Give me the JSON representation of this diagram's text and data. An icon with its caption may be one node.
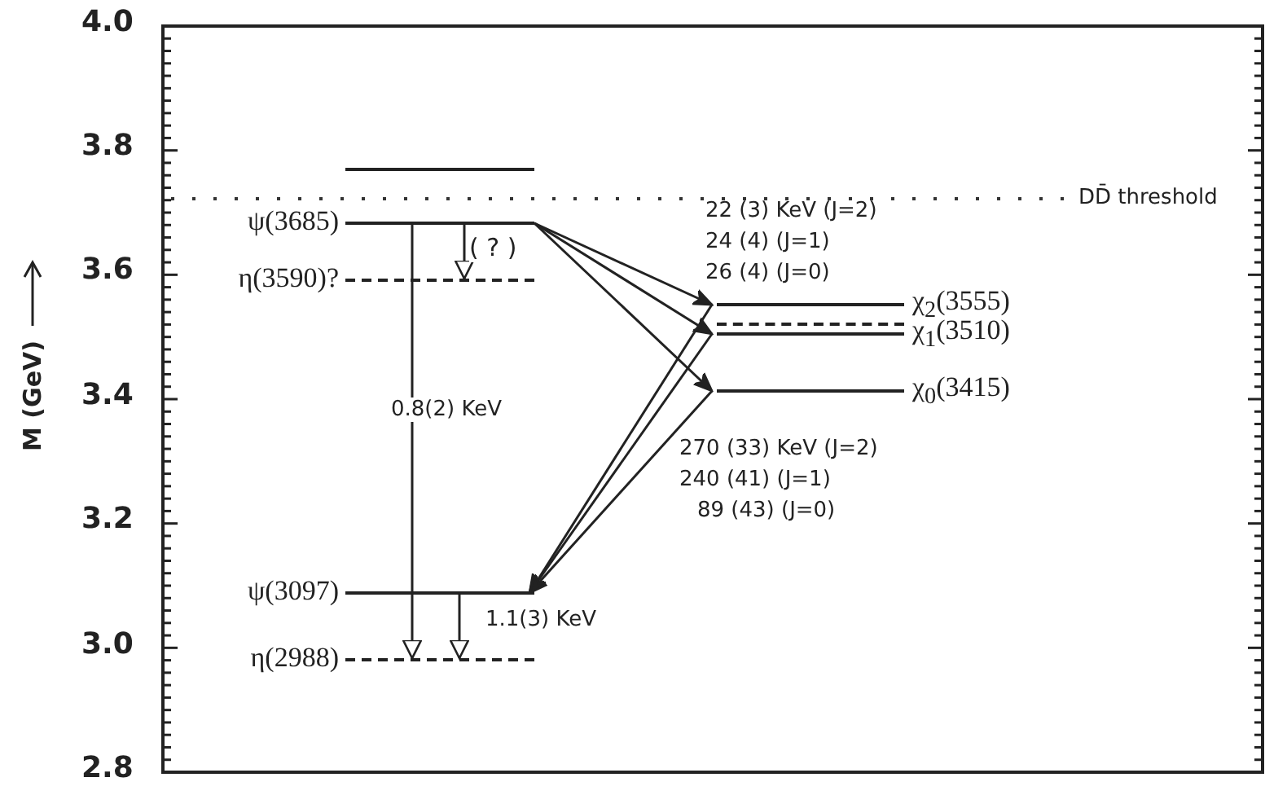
{
  "diagram": {
    "nodes": [
      {
        "text": [],
        "shape": "bar"
      },
      {
        "text": [],
        "shape": "bar",
        "beside": [
          "ψ(3685)"
        ]
      },
      {
        "text": [],
        "shape": "bar",
        "beside": [
          "η(3590)?"
        ]
      },
      {
        "text": [],
        "shape": "bar",
        "beside": [
          "χ$_{2}$(3555)"
        ]
      },
      {
        "text": [],
        "shape": "bar"
      },
      {
        "text": [],
        "shape": "bar",
        "beside": [
          "χ$_{1}$(3510)"
        ]
      },
      {
        "text": [],
        "shape": "bar",
        "beside": [
          "χ$_{0}$(3415)"
        ]
      },
      {
        "text": [],
        "shape": "bar",
        "beside": [
          "ψ(3097)"
        ]
      },
      {
        "text": [],
        "shape": "bar",
        "beside": [
          "η(2988)"
        ]
      }
    ],
    "edges": [
      {
        "from": 1,
        "to": 8,
        "arrow": "to",
        "label": "0.8(2) KeV"
      },
      {
        "from": 1,
        "to": 2,
        "arrow": "to",
        "label": "( ? )"
      },
      {
        "from": 1,
        "to": 3,
        "arrow": "to"
      },
      {
        "from": 1,
        "to": 5,
        "arrow": "to"
      },
      {
        "from": 1,
        "to": 6,
        "arrow": "to"
      },
      {
        "from": 3,
        "to": 7,
        "arrow": "to"
      },
      {
        "from": 5,
        "to": 7,
        "arrow": "to"
      },
      {
        "from": 6,
        "to": 7,
        "arrow": "to"
      },
      {
        "from": 7,
        "to": 8,
        "arrow": "to",
        "label": "1.1(3) KeV"
      }
    ],
    "labels": [
      "4.0",
      "3.8",
      "3.6",
      "3.4",
      "3.2",
      "3.0",
      "2.8",
      "M (GeV)",
      "DD̄ threshold",
      "22 (3) KeV (J=2)",
      "24 (4) (J=1)",
      "26 (4) (J=0)",
      "270 (33) KeV (J=2)",
      "240 (41) (J=1)",
      "89 (43) (J=0)"
    ]
  }
}
